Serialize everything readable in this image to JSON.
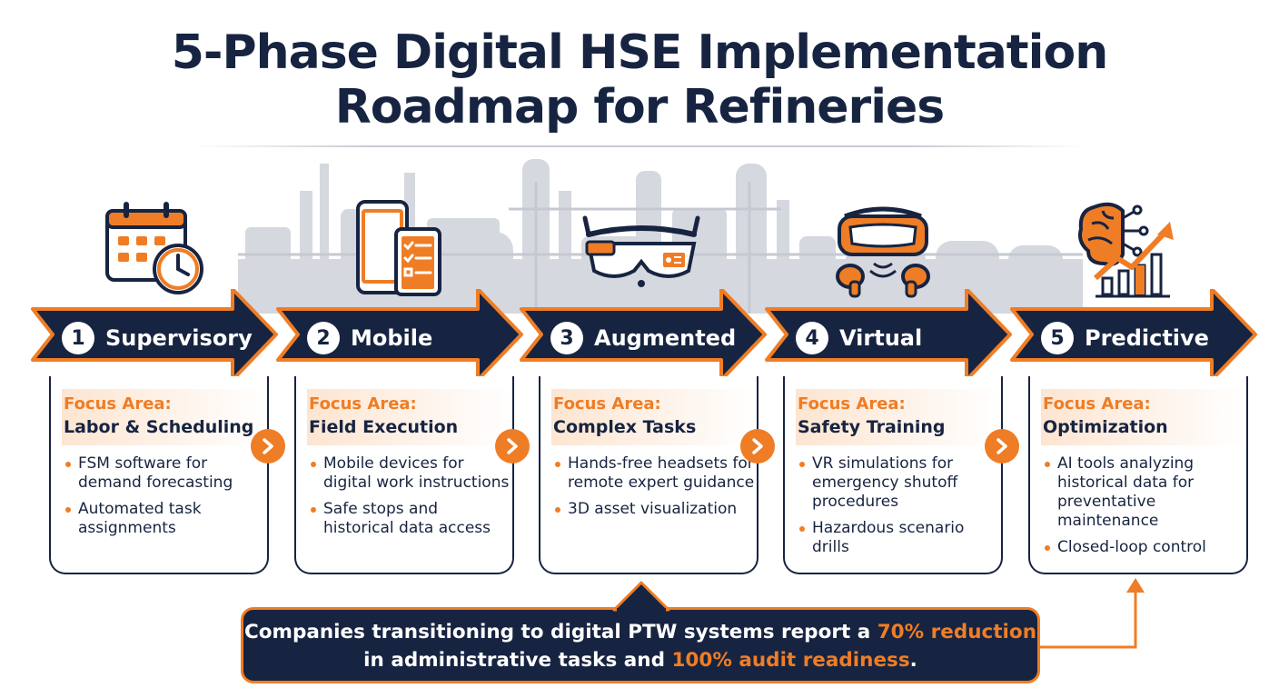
{
  "title": {
    "line1": "5-Phase Digital HSE Implementation",
    "line2": "Roadmap for Refineries"
  },
  "focus_label": "Focus Area:",
  "colors": {
    "navy": "#172441",
    "orange": "#ef7d25",
    "skyline": "#d5d8de"
  },
  "phases": [
    {
      "number": "1",
      "name": "Supervisory",
      "icon": "calendar-clock-icon",
      "focus": "Labor & Scheduling",
      "bullets": [
        "FSM software for demand forecasting",
        "Automated task assignments"
      ]
    },
    {
      "number": "2",
      "name": "Mobile",
      "icon": "mobile-tablet-checklist-icon",
      "focus": "Field Execution",
      "bullets": [
        "Mobile devices for digital work instructions",
        "Safe stops and historical data access"
      ]
    },
    {
      "number": "3",
      "name": "Augmented",
      "icon": "smart-glasses-icon",
      "focus": "Complex Tasks",
      "bullets": [
        "Hands-free headsets for remote expert guidance",
        "3D asset visualization"
      ]
    },
    {
      "number": "4",
      "name": "Virtual",
      "icon": "vr-headset-controllers-icon",
      "focus": "Safety Training",
      "bullets": [
        "VR simulations for emergency shutoff procedures",
        "Hazardous scenario drills"
      ]
    },
    {
      "number": "5",
      "name": "Predictive",
      "icon": "brain-growth-chart-icon",
      "focus": "Optimization",
      "bullets": [
        "AI tools analyzing historical data for preventative maintenance",
        "Closed-loop control"
      ]
    }
  ],
  "callout": {
    "part1": "Companies transitioning to digital PTW systems report a ",
    "highlight1": "70% reduction",
    "part2": " in administrative tasks and ",
    "highlight2": "100% audit readiness",
    "part3": "."
  }
}
